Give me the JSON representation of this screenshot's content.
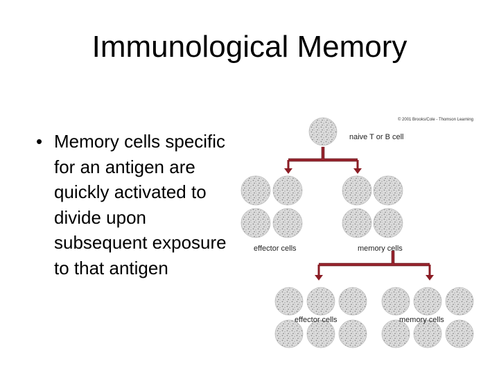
{
  "slide": {
    "title": "Immunological Memory",
    "bullet": "Memory cells specific for an antigen are quickly activated to divide upon subsequent exposure to that antigen"
  },
  "diagram": {
    "copyright": "© 2001 Brooks/Cole - Thomson Learning",
    "labels": {
      "naive": "naive T or B cell",
      "effector_1": "effector cells",
      "memory_1": "memory cells",
      "effector_2": "effector cells",
      "memory_2": "memory cells"
    }
  },
  "colors": {
    "arrow": "#8b1c24",
    "cell_fill": "#dcdcdc",
    "cell_dots": "#8a8a8a"
  }
}
